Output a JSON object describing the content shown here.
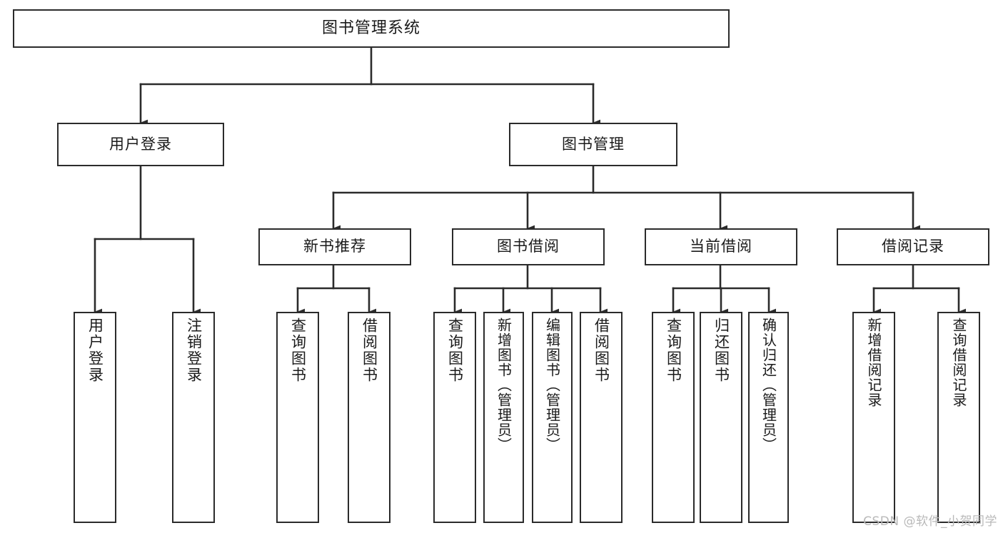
{
  "diagram": {
    "title": "图书管理系统",
    "type": "tree",
    "orientation": "top-down",
    "colors": {
      "box_border": "#2b2b2b",
      "box_fill": "#ffffff",
      "connector": "#2b2b2b",
      "text": "#1a1a1a",
      "watermark": "#b9b9b9",
      "background": "#ffffff"
    },
    "nodes": {
      "root": {
        "label": "图书管理系统",
        "level": 0,
        "orientation": "horizontal"
      },
      "level1": [
        {
          "id": "user-login",
          "label": "用户登录",
          "orientation": "horizontal"
        },
        {
          "id": "book-manage",
          "label": "图书管理",
          "orientation": "horizontal"
        }
      ],
      "level2": [
        {
          "id": "new-book-recommend",
          "label": "新书推荐",
          "orientation": "horizontal",
          "parent": "book-manage"
        },
        {
          "id": "book-borrow",
          "label": "图书借阅",
          "orientation": "horizontal",
          "parent": "book-manage"
        },
        {
          "id": "current-borrow",
          "label": "当前借阅",
          "orientation": "horizontal",
          "parent": "book-manage"
        },
        {
          "id": "borrow-record",
          "label": "借阅记录",
          "orientation": "horizontal",
          "parent": "book-manage"
        }
      ],
      "leaves": [
        {
          "id": "leaf-user-login",
          "label": "用户登录",
          "orientation": "vertical",
          "parent": "user-login"
        },
        {
          "id": "leaf-user-logout",
          "label": "注销登录",
          "orientation": "vertical",
          "parent": "user-login"
        },
        {
          "id": "leaf-query-book-1",
          "label": "查询图书",
          "orientation": "vertical",
          "parent": "new-book-recommend"
        },
        {
          "id": "leaf-borrow-book-1",
          "label": "借阅图书",
          "orientation": "vertical",
          "parent": "new-book-recommend"
        },
        {
          "id": "leaf-query-book-2",
          "label": "查询图书",
          "orientation": "vertical",
          "parent": "book-borrow"
        },
        {
          "id": "leaf-add-book",
          "label": "新增图书（管理员）",
          "orientation": "vertical",
          "parent": "book-borrow"
        },
        {
          "id": "leaf-edit-book",
          "label": "编辑图书（管理员）",
          "orientation": "vertical",
          "parent": "book-borrow"
        },
        {
          "id": "leaf-borrow-book-2",
          "label": "借阅图书",
          "orientation": "vertical",
          "parent": "book-borrow"
        },
        {
          "id": "leaf-query-book-3",
          "label": "查询图书",
          "orientation": "vertical",
          "parent": "current-borrow"
        },
        {
          "id": "leaf-return-book",
          "label": "归还图书",
          "orientation": "vertical",
          "parent": "current-borrow"
        },
        {
          "id": "leaf-confirm-return",
          "label": "确认归还（管理员）",
          "orientation": "vertical",
          "parent": "current-borrow"
        },
        {
          "id": "leaf-add-record",
          "label": "新增借阅记录",
          "orientation": "vertical",
          "parent": "borrow-record"
        },
        {
          "id": "leaf-query-record",
          "label": "查询借阅记录",
          "orientation": "vertical",
          "parent": "borrow-record"
        }
      ]
    },
    "watermark": "CSDN @软件_小贺同学"
  }
}
